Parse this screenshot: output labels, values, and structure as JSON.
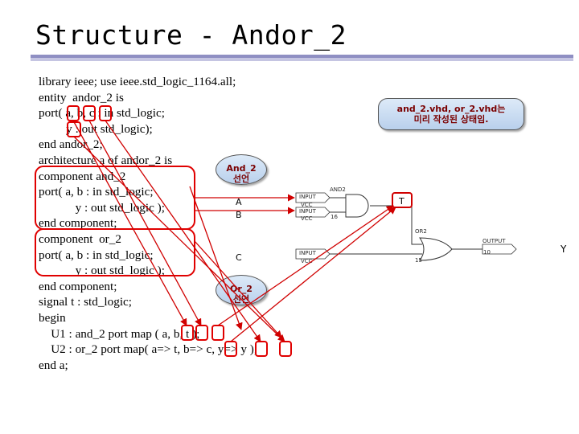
{
  "slide": {
    "title": "Structure - Andor_2",
    "code_lines": [
      "library ieee; use ieee.std_logic_1164.all;",
      "entity  andor_2 is",
      "port( a, b, c : in std_logic;",
      "         y : out std_logic);",
      "end andor_2;",
      "architecture a of andor_2 is",
      "component and_2",
      "port( a, b : in std_logic;",
      "            y : out std_logic );",
      "end component;",
      "component  or_2",
      "port( a, b : in std_logic;",
      "            y : out std_logic );",
      "end component;",
      "signal t : std_logic;",
      "begin",
      "    U1 : and_2 port map ( a, b, t );",
      "    U2 : or_2 port map( a=> t, b=> c, y=> y );",
      "end a;"
    ],
    "note": {
      "line1": "and_2.vhd, or_2.vhd는",
      "line2": "미리 작성된 상태임."
    },
    "and_bubble": {
      "line1": "And_2",
      "line2": "선언"
    },
    "or_bubble": {
      "line1": "Or_2",
      "line2": "선언"
    }
  },
  "schematic": {
    "pins": {
      "a": "A",
      "b": "B",
      "c": "C",
      "t": "T",
      "y": "Y"
    },
    "input_label": "INPUT",
    "vcc_label": "VCC",
    "output_label": "OUTPUT",
    "and_gate_label": "AND2",
    "or_gate_label": "OR2",
    "inst_labels": {
      "and_gate": "16",
      "or_gate": "15",
      "output": "10"
    }
  },
  "colors": {
    "arrow": "#d00000",
    "title_rule_dark": "#8f8fc3",
    "title_rule_light": "#c5c5e2",
    "callout_text": "#7a0000"
  }
}
